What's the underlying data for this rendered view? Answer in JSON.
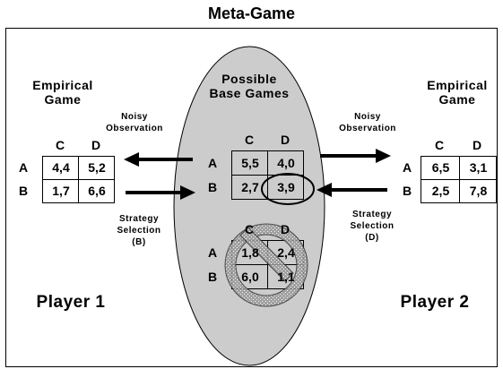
{
  "meta_title": "Meta-Game",
  "center": {
    "title_line1": "Possible",
    "title_line2": "Base Games",
    "game1": {
      "cols": [
        "C",
        "D"
      ],
      "rows": [
        "A",
        "B"
      ],
      "cells": [
        [
          "5,5",
          "4,0"
        ],
        [
          "2,7",
          "3,9"
        ]
      ],
      "highlighted_cell": "3,9"
    },
    "game2": {
      "cols": [
        "C",
        "D"
      ],
      "rows": [
        "A",
        "B"
      ],
      "cells": [
        [
          "1,8",
          "2,4"
        ],
        [
          "6,0",
          "1,1"
        ]
      ],
      "crossed_out": true
    }
  },
  "player1": {
    "name": "Player 1",
    "empirical_line1": "Empirical",
    "empirical_line2": "Game",
    "game": {
      "cols": [
        "C",
        "D"
      ],
      "rows": [
        "A",
        "B"
      ],
      "cells": [
        [
          "4,4",
          "5,2"
        ],
        [
          "1,7",
          "6,6"
        ]
      ]
    },
    "noisy_line1": "Noisy",
    "noisy_line2": "Observation",
    "strategy_line1": "Strategy",
    "strategy_line2": "Selection",
    "strategy_choice": "(B)"
  },
  "player2": {
    "name": "Player 2",
    "empirical_line1": "Empirical",
    "empirical_line2": "Game",
    "game": {
      "cols": [
        "C",
        "D"
      ],
      "rows": [
        "A",
        "B"
      ],
      "cells": [
        [
          "6,5",
          "3,1"
        ],
        [
          "2,5",
          "7,8"
        ]
      ]
    },
    "noisy_line1": "Noisy",
    "noisy_line2": "Observation",
    "strategy_line1": "Strategy",
    "strategy_line2": "Selection",
    "strategy_choice": "(D)"
  },
  "colors": {
    "ellipse_fill": "#cccccc",
    "prohibit_fill": "#9a9a9a",
    "line": "#000000"
  }
}
